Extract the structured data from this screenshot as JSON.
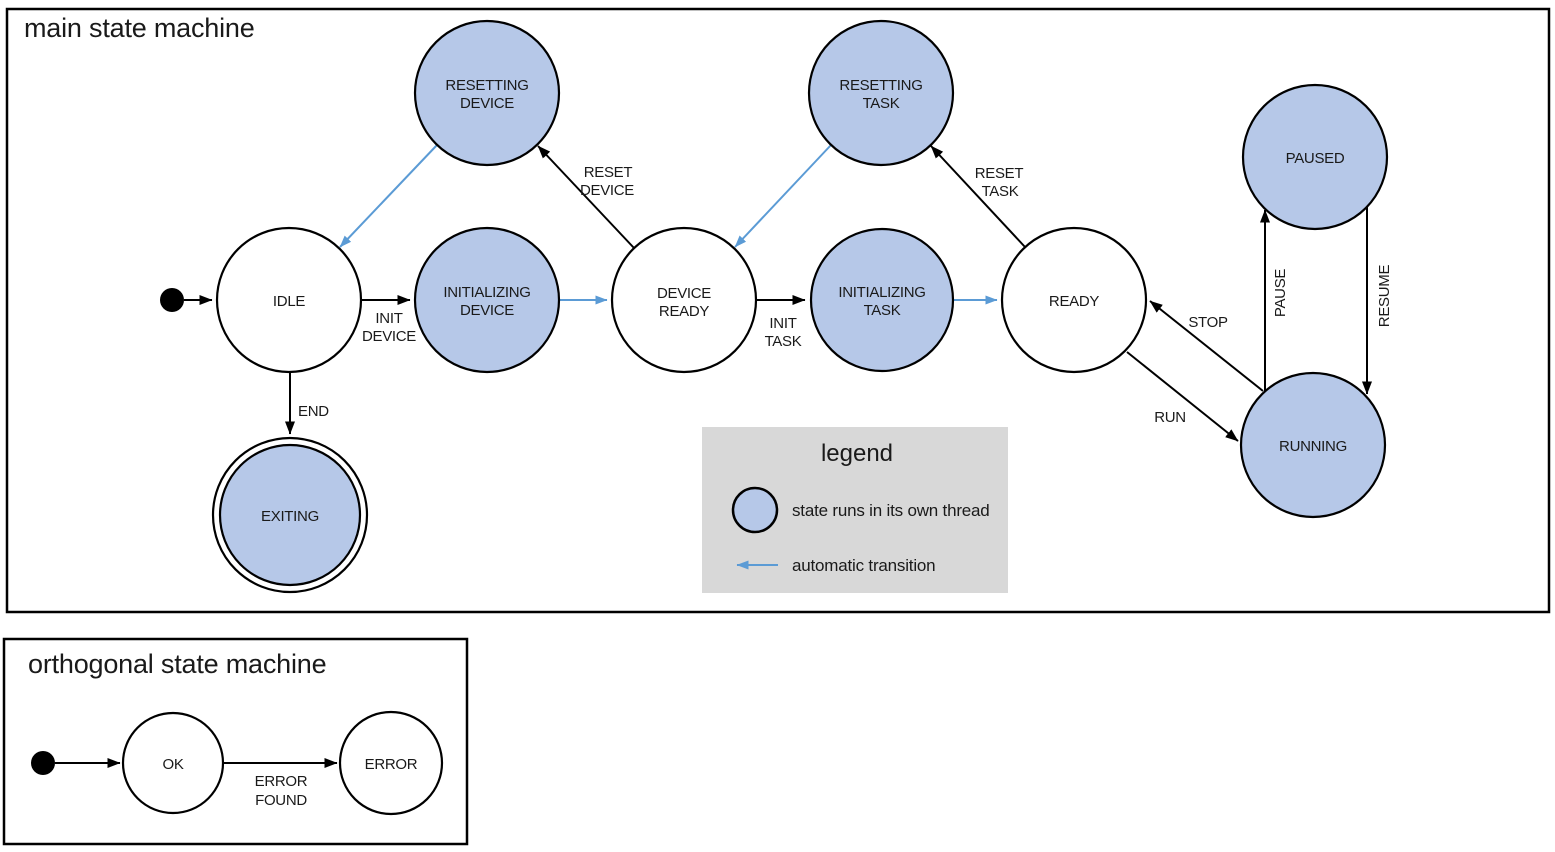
{
  "colors": {
    "state_thread_fill": "#b6c8e8",
    "state_plain_fill": "#ffffff",
    "auto_transition": "#5b9bd5",
    "legend_bg": "#d8d8d8"
  },
  "main": {
    "title": "main state machine",
    "nodes": {
      "idle": {
        "label": "IDLE"
      },
      "resetting_device": {
        "line1": "RESETTING",
        "line2": "DEVICE"
      },
      "initializing_device": {
        "line1": "INITIALIZING",
        "line2": "DEVICE"
      },
      "device_ready": {
        "line1": "DEVICE",
        "line2": "READY"
      },
      "resetting_task": {
        "line1": "RESETTING",
        "line2": "TASK"
      },
      "initializing_task": {
        "line1": "INITIALIZING",
        "line2": "TASK"
      },
      "ready": {
        "label": "READY"
      },
      "paused": {
        "label": "PAUSED"
      },
      "running": {
        "label": "RUNNING"
      },
      "exiting": {
        "label": "EXITING"
      }
    },
    "edges": {
      "init_device": {
        "line1": "INIT",
        "line2": "DEVICE"
      },
      "end": {
        "label": "END"
      },
      "reset_device": {
        "line1": "RESET",
        "line2": "DEVICE"
      },
      "init_task": {
        "line1": "INIT",
        "line2": "TASK"
      },
      "reset_task": {
        "line1": "RESET",
        "line2": "TASK"
      },
      "stop": {
        "label": "STOP"
      },
      "run": {
        "label": "RUN"
      },
      "pause": {
        "label": "PAUSE"
      },
      "resume": {
        "label": "RESUME"
      }
    },
    "legend": {
      "title": "legend",
      "thread_item": "state runs in its own thread",
      "auto_item": "automatic transition"
    }
  },
  "orthogonal": {
    "title": "orthogonal state machine",
    "nodes": {
      "ok": {
        "label": "OK"
      },
      "error": {
        "label": "ERROR"
      }
    },
    "edges": {
      "error_found": {
        "line1": "ERROR",
        "line2": "FOUND"
      }
    }
  }
}
